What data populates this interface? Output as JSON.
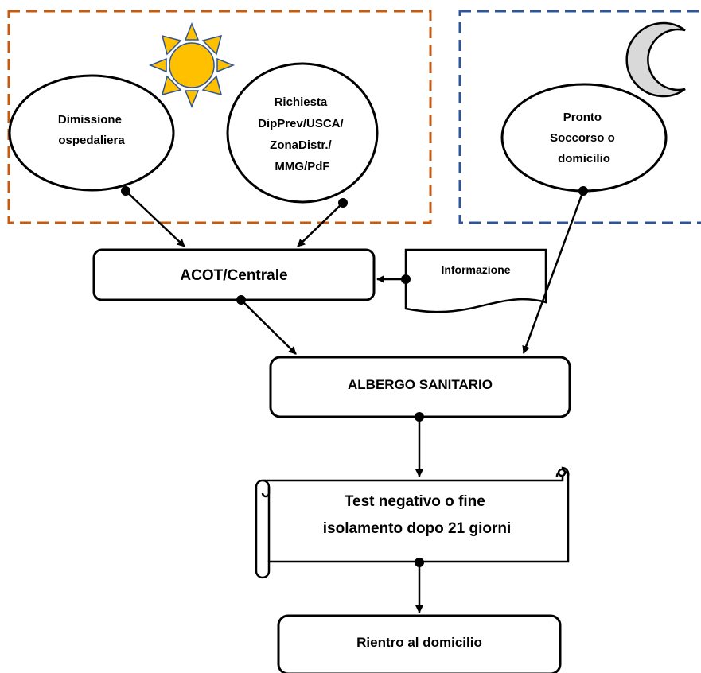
{
  "colors": {
    "day_frame": "#c55a11",
    "night_frame": "#2f5597",
    "sun_fill": "#ffc000",
    "sun_stroke": "#2f5597",
    "moon_fill": "#d9d9d9",
    "node_stroke": "#000000"
  },
  "icons": {
    "day": "sun-icon",
    "night": "moon-icon"
  },
  "nodes": {
    "dimissione": [
      "Dimissione",
      "ospedaliera"
    ],
    "richiesta": [
      "Richiesta",
      "DipPrev/USCA/",
      "ZonaDistr./",
      "MMG/PdF"
    ],
    "pronto": [
      "Pronto",
      "Soccorso o",
      "domicilio"
    ],
    "acot": "ACOT/Centrale",
    "informazione": "Informazione",
    "albergo": "ALBERGO SANITARIO",
    "test": [
      "Test negativo o fine",
      "isolamento dopo 21 giorni"
    ],
    "rientro": "Rientro al domicilio"
  }
}
